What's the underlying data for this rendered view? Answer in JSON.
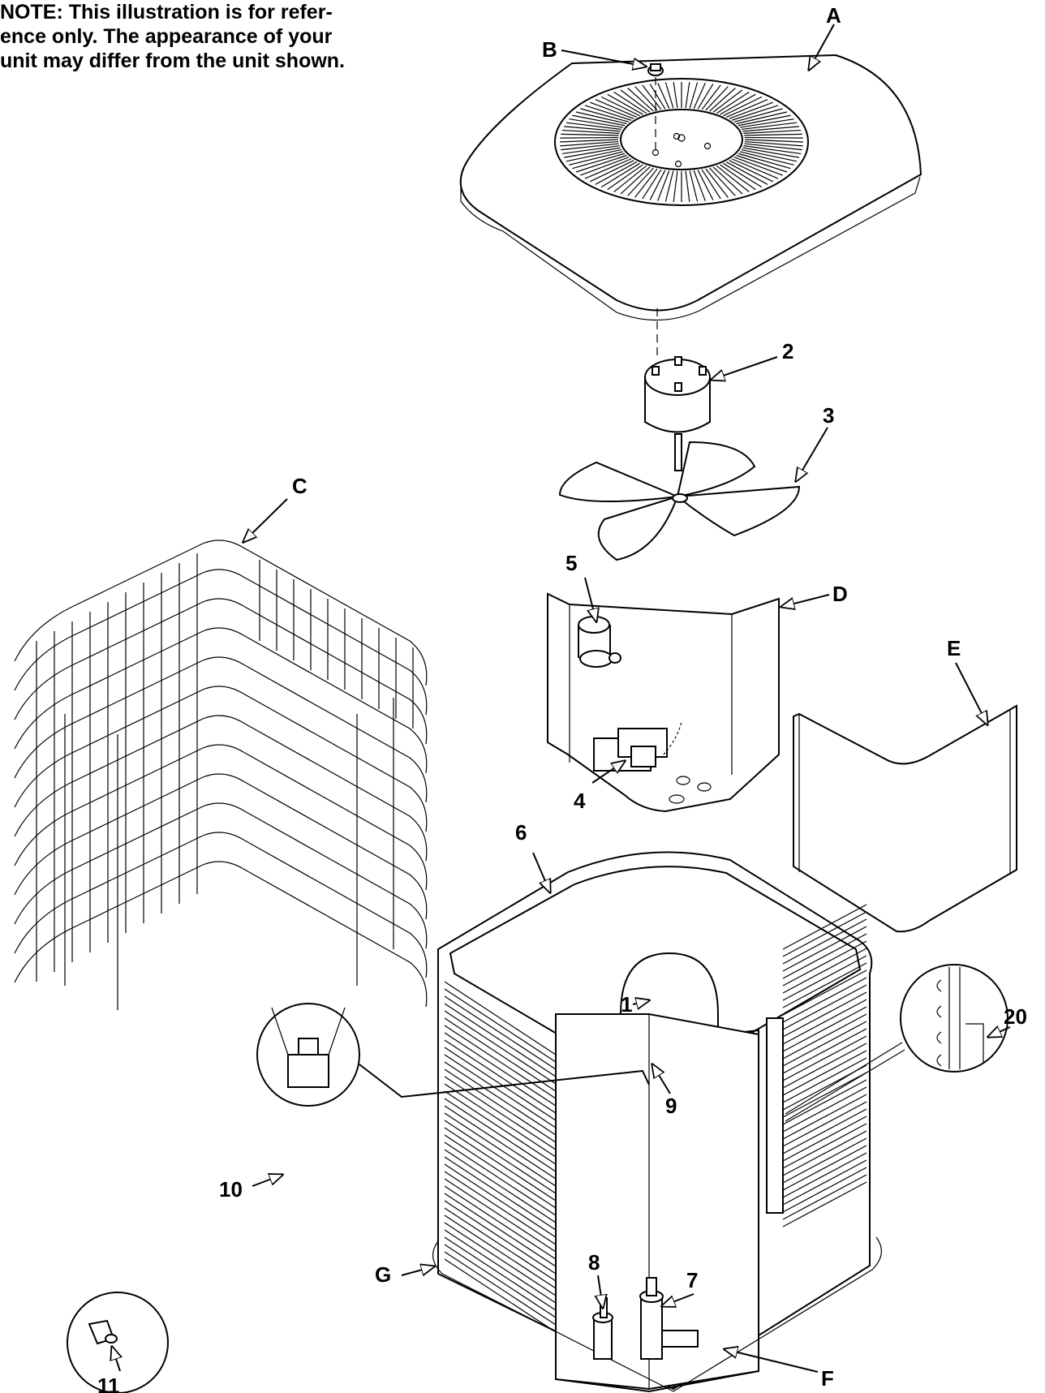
{
  "note": {
    "lines": [
      "NOTE: This illustration is for  refer-",
      "ence only. The appearance of your",
      "unit may differ from the unit shown."
    ]
  },
  "callouts": {
    "A": "A",
    "B": "B",
    "C": "C",
    "D": "D",
    "E": "E",
    "F": "F",
    "G": "G",
    "n1": "1",
    "n2": "2",
    "n3": "3",
    "n4": "4",
    "n5": "5",
    "n6": "6",
    "n7": "7",
    "n8": "8",
    "n9": "9",
    "n10": "10",
    "n11": "11",
    "n20": "20"
  }
}
